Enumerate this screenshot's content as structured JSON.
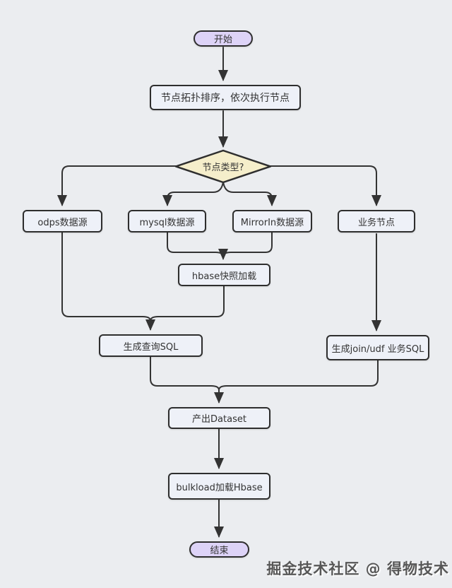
{
  "page": {
    "background": "#ebedf0",
    "watermark": "掘金技术社区 @ 得物技术"
  },
  "flowchart": {
    "colors": {
      "terminator_fill": "#ddd3f7",
      "process_fill": "#eef1f8",
      "decision_fill": "#f5eecb",
      "border": "#2e2e2e",
      "arrow": "#333333"
    },
    "nodes": [
      {
        "id": "start",
        "type": "terminator",
        "label": "开始"
      },
      {
        "id": "sort",
        "type": "process",
        "label": "节点拓扑排序，依次执行节点"
      },
      {
        "id": "node-type",
        "type": "decision",
        "label": "节点类型?"
      },
      {
        "id": "odps",
        "type": "process",
        "label": "odps数据源"
      },
      {
        "id": "mysql",
        "type": "process",
        "label": "mysql数据源"
      },
      {
        "id": "mirrorin",
        "type": "process",
        "label": "MirrorIn数据源"
      },
      {
        "id": "biz",
        "type": "process",
        "label": "业务节点"
      },
      {
        "id": "hbase-snapshot",
        "type": "process",
        "label": "hbase快照加载"
      },
      {
        "id": "gen-query-sql",
        "type": "process",
        "label": "生成查询SQL"
      },
      {
        "id": "gen-join-sql",
        "type": "process",
        "label": "生成join/udf 业务SQL"
      },
      {
        "id": "dataset",
        "type": "process",
        "label": "产出Dataset"
      },
      {
        "id": "bulkload",
        "type": "process",
        "label": "bulkload加载Hbase"
      },
      {
        "id": "end",
        "type": "terminator",
        "label": "结束"
      }
    ],
    "edges": [
      {
        "from": "start",
        "to": "sort"
      },
      {
        "from": "sort",
        "to": "node-type"
      },
      {
        "from": "node-type",
        "to": "odps"
      },
      {
        "from": "node-type",
        "to": "mysql"
      },
      {
        "from": "node-type",
        "to": "mirrorin"
      },
      {
        "from": "node-type",
        "to": "biz"
      },
      {
        "from": "mysql",
        "to": "hbase-snapshot"
      },
      {
        "from": "mirrorin",
        "to": "hbase-snapshot"
      },
      {
        "from": "odps",
        "to": "gen-query-sql"
      },
      {
        "from": "hbase-snapshot",
        "to": "gen-query-sql"
      },
      {
        "from": "biz",
        "to": "gen-join-sql"
      },
      {
        "from": "gen-query-sql",
        "to": "dataset"
      },
      {
        "from": "gen-join-sql",
        "to": "dataset"
      },
      {
        "from": "dataset",
        "to": "bulkload"
      },
      {
        "from": "bulkload",
        "to": "end"
      }
    ]
  }
}
